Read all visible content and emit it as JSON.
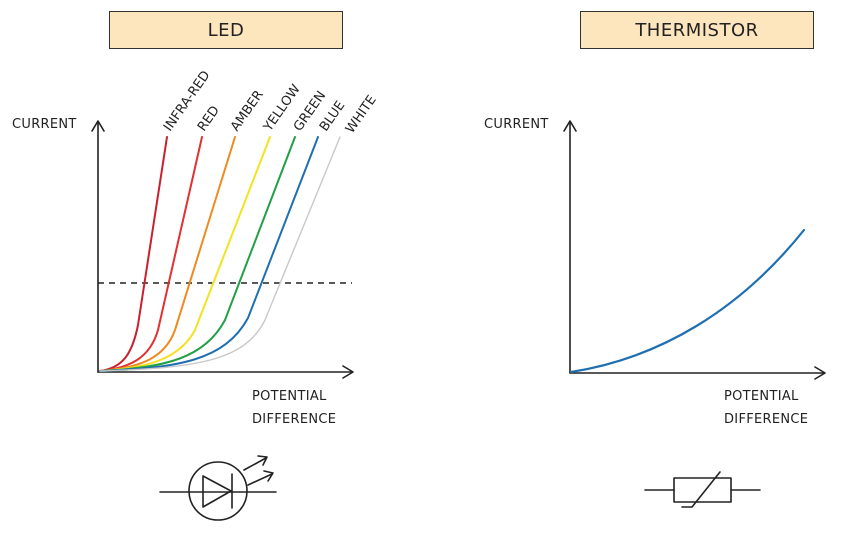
{
  "led": {
    "title": "LED",
    "y_axis_label": "CURRENT",
    "x_axis_label_line1": "POTENTIAL",
    "x_axis_label_line2": "DIFFERENCE",
    "curves": [
      {
        "label": "INFRA-RED",
        "color": "#c8202c"
      },
      {
        "label": "RED",
        "color": "#e2312f"
      },
      {
        "label": "AMBER",
        "color": "#f08a1f"
      },
      {
        "label": "YELLOW",
        "color": "#f2e221"
      },
      {
        "label": "GREEN",
        "color": "#22a045"
      },
      {
        "label": "BLUE",
        "color": "#1f6fb0"
      },
      {
        "label": "WHITE",
        "color": "#c8c8c8"
      }
    ],
    "symbol_icon": "led-symbol-icon"
  },
  "thermistor": {
    "title": "THERMISTOR",
    "y_axis_label": "CURRENT",
    "x_axis_label_line1": "POTENTIAL",
    "x_axis_label_line2": "DIFFERENCE",
    "curve_color": "#1f6fb0",
    "symbol_icon": "thermistor-symbol-icon"
  }
}
